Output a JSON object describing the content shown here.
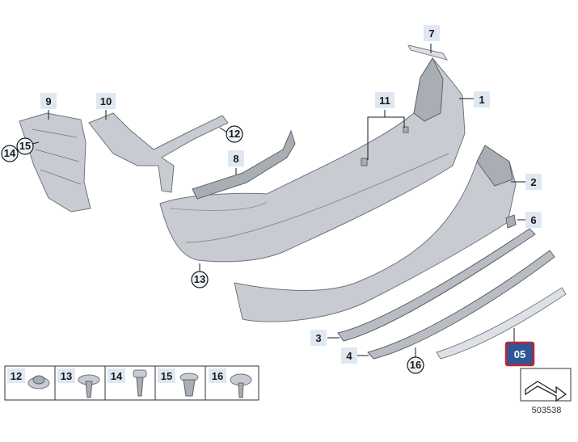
{
  "callouts": {
    "c1": "1",
    "c2": "2",
    "c3": "3",
    "c4": "4",
    "c5": "5",
    "c6": "6",
    "c7": "7",
    "c8": "8",
    "c9": "9",
    "c10": "10",
    "c11": "11",
    "c12": "12",
    "c13": "13",
    "c14": "14",
    "c15": "15",
    "c16": "16"
  },
  "legend": [
    "12",
    "13",
    "14",
    "15",
    "16"
  ],
  "tag": {
    "label": "05",
    "color": "#2f5597",
    "border": "#c0262d"
  },
  "diagram_id": "503538",
  "colors": {
    "part": "#c8ccd2",
    "callout_bg": "#dfe8f2"
  }
}
